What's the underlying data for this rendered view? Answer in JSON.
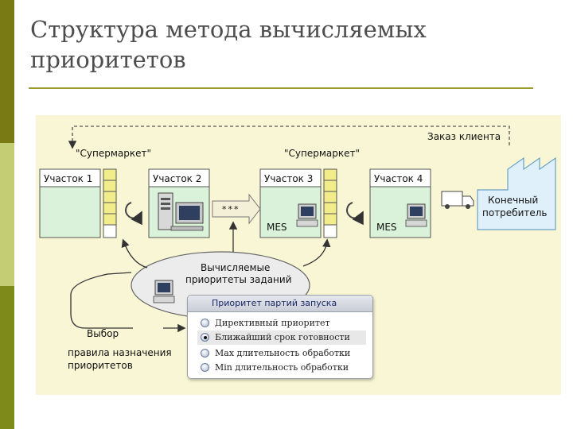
{
  "slide": {
    "title_line1": "Структура метода вычисляемых",
    "title_line2": "приоритетов",
    "accent_colors": [
      "#7a7a14",
      "#c4cc74",
      "#7e8a1a"
    ]
  },
  "diagram": {
    "order_label": "Заказ клиента",
    "supermarket_1": "\"Супермаркет\"",
    "supermarket_2": "\"Супермаркет\"",
    "sites": [
      "Участок 1",
      "Участок 2",
      "Участок 3",
      "Участок 4"
    ],
    "ellipsis": "***",
    "mes_1": "MES",
    "mes_2": "MES",
    "consumer_line1": "Конечный",
    "consumer_line2": "потребитель",
    "computed_line1": "Вычисляемые",
    "computed_line2": "приоритеты заданий",
    "choice": "Выбор",
    "rules_line1": "правила назначения",
    "rules_line2": "приоритетов",
    "panel": {
      "header": "Приоритет партий запуска",
      "options": [
        {
          "label": "Директивный приоритет",
          "selected": false
        },
        {
          "label": "Ближайший срок готовности",
          "selected": true
        },
        {
          "label": "Max длительность обработки",
          "selected": false
        },
        {
          "label": "Min длительность обработки",
          "selected": false
        }
      ]
    },
    "icons": [
      "workstation-icon",
      "monitor-icon",
      "truck-icon",
      "factory-icon",
      "cycle-arrow-icon"
    ]
  }
}
